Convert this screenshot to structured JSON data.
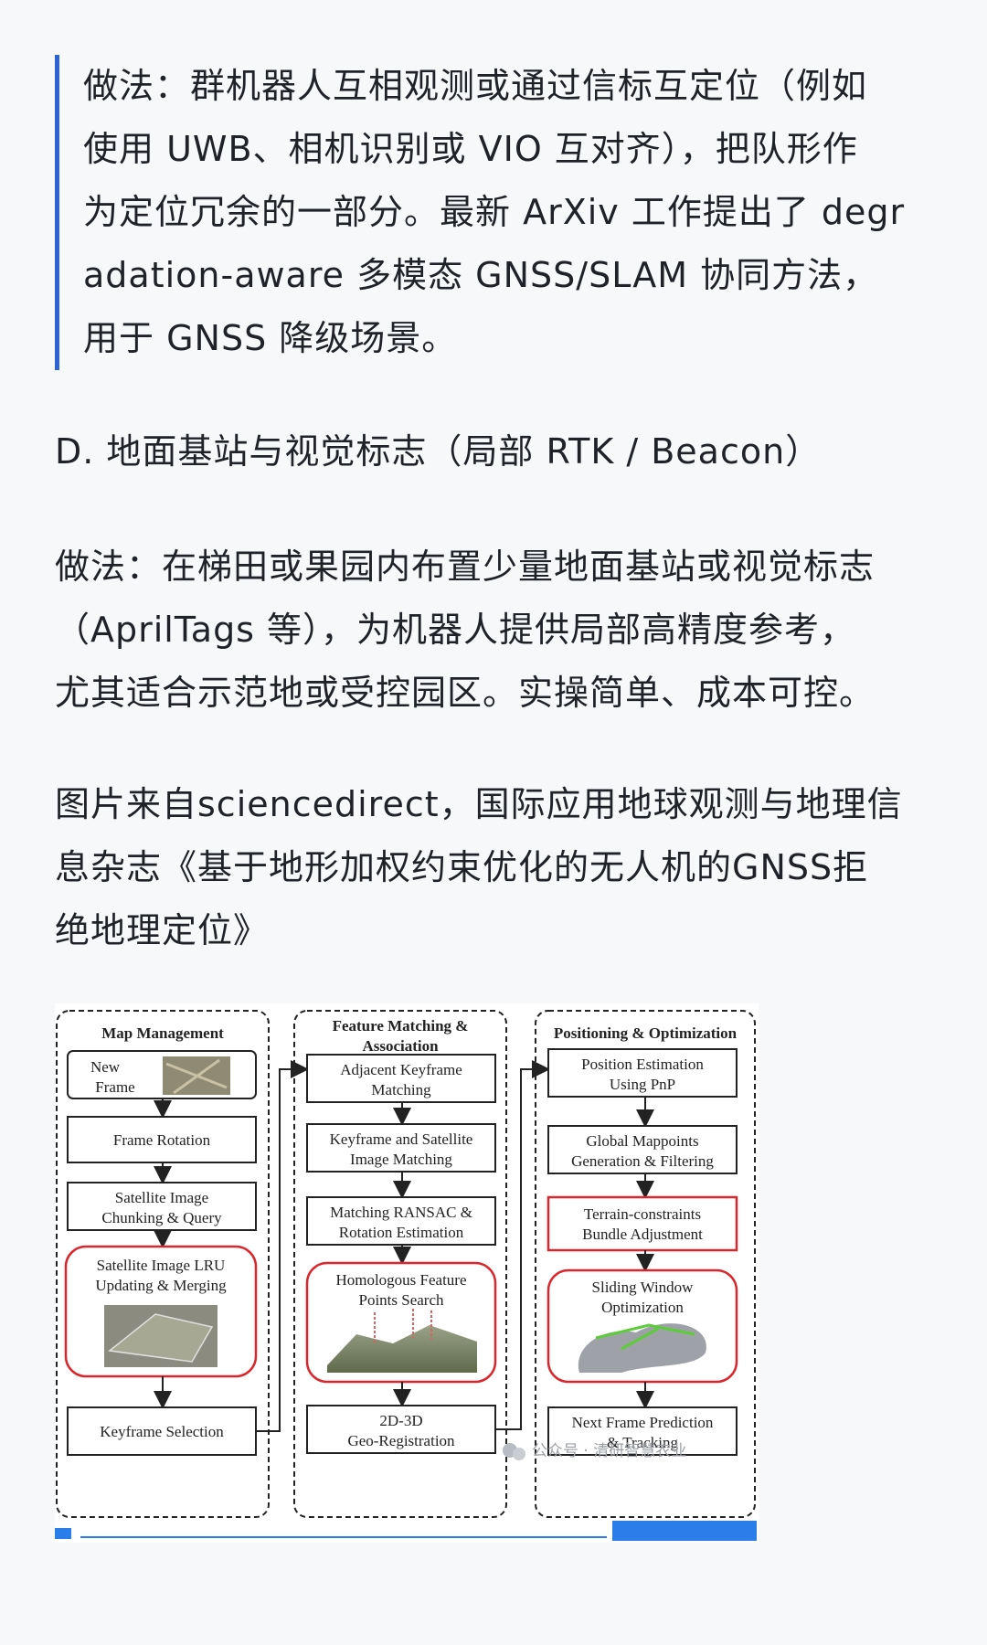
{
  "quote": {
    "lines": [
      "做法：群机器人互相观测或通过信标互定位（例如",
      "使用 UWB、相机识别或 VIO 互对齐），把队形作",
      "为定位冗余的一部分。最新 ArXiv 工作提出了 degr",
      "adation-aware 多模态 GNSS/SLAM 协同方法，",
      "用于 GNSS 降级场景。"
    ]
  },
  "heading": "D. 地面基站与视觉标志（局部 RTK / Beacon）",
  "body1": {
    "lines": [
      "做法：在梯田或果园内布置少量地面基站或视觉标志",
      "（AprilTags 等），为机器人提供局部高精度参考，",
      "尤其适合示范地或受控园区。实操简单、成本可控。"
    ]
  },
  "body2": {
    "lines": [
      "图片来自sciencedirect，国际应用地球观测与地理信",
      "息杂志《基于地形加权约束优化的无人机的GNSS拒",
      "绝地理定位》"
    ]
  },
  "figure": {
    "col1": {
      "title": "Map Management",
      "new_frame_1": "New",
      "new_frame_2": "Frame",
      "rotation": "Frame Rotation",
      "chunk_1": "Satellite  Image",
      "chunk_2": "Chunking & Query",
      "lru_1": "Satellite  Image LRU",
      "lru_2": "Updating & Merging",
      "keyframe": "Keyframe Selection"
    },
    "col2": {
      "title_1": "Feature Matching &",
      "title_2": "Association",
      "adj_1": "Adjacent Keyframe",
      "adj_2": "Matching",
      "ksat_1": "Keyframe and Satellite",
      "ksat_2": "Image Matching",
      "ransac_1": "Matching RANSAC &",
      "ransac_2": "Rotation Estimation",
      "homo_1": "Homologous Feature",
      "homo_2": "Points Search",
      "geo_1": "2D-3D",
      "geo_2": "Geo-Registration"
    },
    "col3": {
      "title": "Positioning & Optimization",
      "pos_1": "Position Estimation",
      "pos_2": "Using PnP",
      "glob_1": "Global Mappoints",
      "glob_2": "Generation & Filtering",
      "terrain_1": "Terrain-constraints",
      "terrain_2": "Bundle Adjustment",
      "slide_1": "Sliding Window",
      "slide_2": "Optimization",
      "next_1": "Next Frame Prediction",
      "next_2": "& Tracking"
    },
    "watermark": "公众号 · 清研智慧农业"
  },
  "colors": {
    "accent": "#2b63d9",
    "highlight_box": "#d9272e",
    "text": "#1f2329"
  }
}
